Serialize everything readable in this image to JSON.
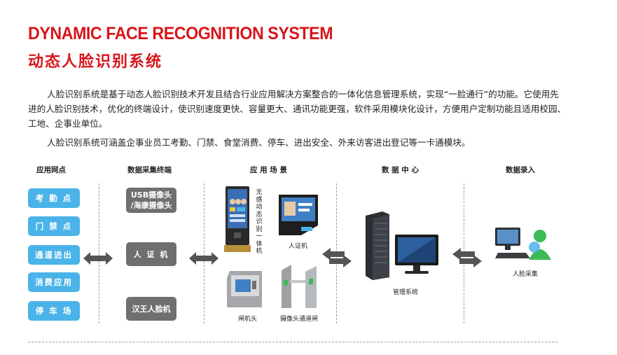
{
  "header": {
    "title_en": "DYNAMIC FACE RECOGNITION SYSTEM",
    "title_cn": "动态人脸识别系统"
  },
  "paragraphs": {
    "p1": "人脸识别系统是基于动态人脸识别技术开发且结合行业应用解决方案整合的一体化信息管理系统，实现“一脸通行”的功能。它使用先进的人脸识别技术，优化的终端设计，使识别速度更快、容量更大、通讯功能更强，软件采用模块化设计，方便用户定制功能且适用校园、工地、企事业单位。",
    "p2": "人脸识别系统可涵盖企事业员工考勤、门禁、食堂消费、停车、进出安全、外来访客进出登记等一卡通模块。"
  },
  "columns": {
    "c1": "应用网点",
    "c2": "数据采集终端",
    "c3": "应 用 场 景",
    "c4": "数 据 中 心",
    "c5": "数据录入"
  },
  "app_points": [
    "考 勤 点",
    "门 禁 点",
    "通道进出",
    "消费应用",
    "停 车 场"
  ],
  "terminals": {
    "t1": "USB摄像头\n/海康摄像头",
    "t2": "人 证 机",
    "t3": "汉王人脸机"
  },
  "scene_labels": {
    "kiosk": "无感动态识别一体机",
    "id_machine": "人证机",
    "gate_head": "闸机头",
    "camera_gate": "摄像头通道闸"
  },
  "datacenter_label": "管理系统",
  "entry_label": "人脸采集",
  "colors": {
    "title": "#d8151b",
    "blue_button": "#4ab3e9",
    "gray_button": "#6f6f6f",
    "arrow": "#555555"
  },
  "icons": [
    "double-arrow-icon",
    "server-icon",
    "monitor-icon",
    "kiosk-icon",
    "gate-icon",
    "computer-user-icon"
  ]
}
